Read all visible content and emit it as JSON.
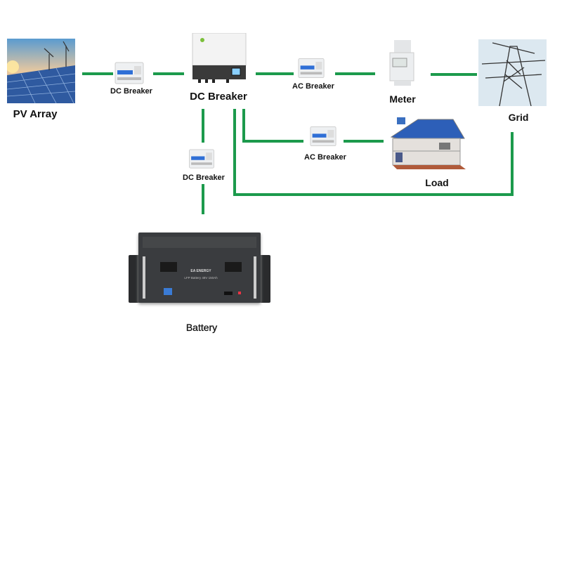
{
  "labels": {
    "pv_array": "PV Array",
    "pv_breaker": "DC Breaker",
    "inverter": "DC Breaker",
    "grid_breaker": "AC Breaker",
    "meter": "Meter",
    "grid": "Grid",
    "battery_breaker": "DC Breaker",
    "load_breaker": "AC Breaker",
    "load": "Load",
    "battery": "Battery"
  },
  "battery_device": {
    "logo": "EA ENERGY",
    "model": "LFP Battery 48V 150Ah"
  },
  "colors": {
    "wire": "#1c9a4c"
  }
}
